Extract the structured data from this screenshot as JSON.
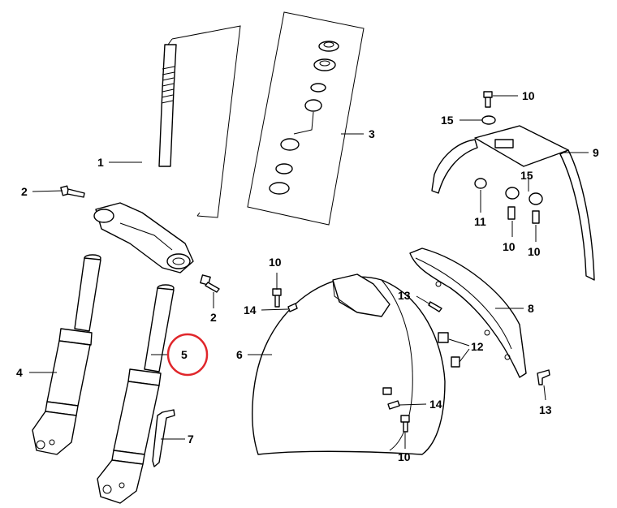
{
  "callouts": {
    "c1": "1",
    "c2a": "2",
    "c2b": "2",
    "c3": "3",
    "c4": "4",
    "c5": "5",
    "c6": "6",
    "c7": "7",
    "c8": "8",
    "c9": "9",
    "c10a": "10",
    "c10b": "10",
    "c10c": "10",
    "c10d": "10",
    "c10e": "10",
    "c11": "11",
    "c12": "12",
    "c13a": "13",
    "c13b": "13",
    "c14a": "14",
    "c14b": "14",
    "c15a": "15",
    "c15b": "15"
  },
  "highlight": {
    "part": "5",
    "color": "#e0262b"
  }
}
